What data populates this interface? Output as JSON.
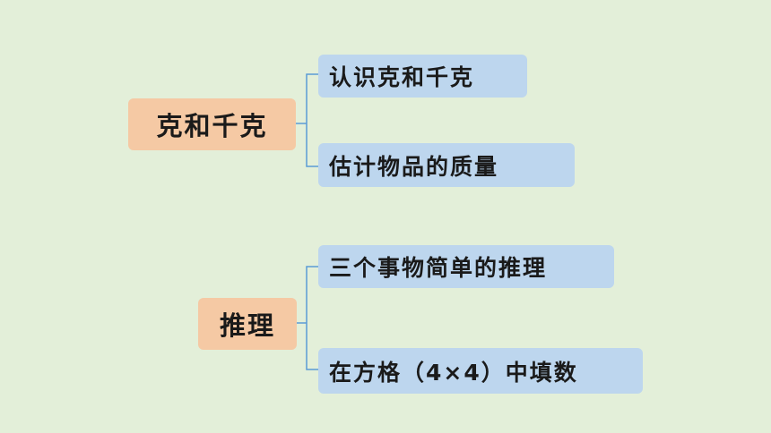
{
  "colors": {
    "background": "#e3efd9",
    "topic_fill": "#f5c9a4",
    "subtopic_fill": "#bdd6ee",
    "connector": "#5b9bd5"
  },
  "groups": [
    {
      "topic": "克和千克",
      "subtopics": [
        "认识克和千克",
        "估计物品的质量"
      ]
    },
    {
      "topic": "推理",
      "subtopics": [
        "三个事物简单的推理",
        "在方格（4×4）中填数"
      ]
    }
  ]
}
